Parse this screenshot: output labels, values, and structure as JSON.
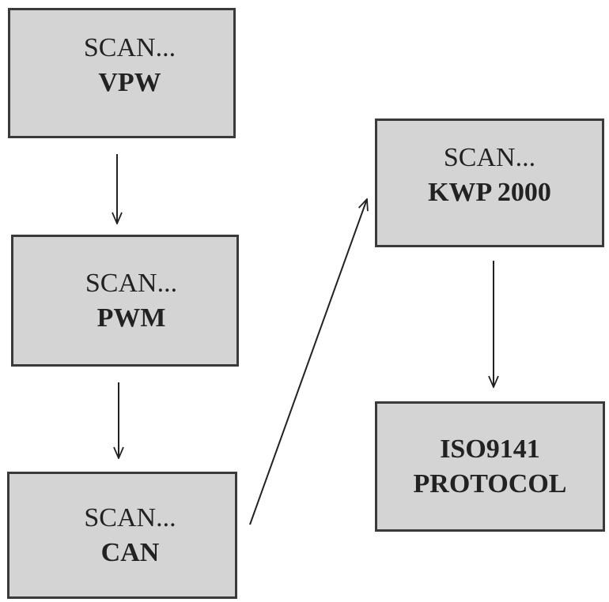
{
  "diagram": {
    "nodes": [
      {
        "id": "vpw",
        "line1": "SCAN...",
        "line2": "VPW"
      },
      {
        "id": "pwm",
        "line1": "SCAN...",
        "line2": "PWM"
      },
      {
        "id": "can",
        "line1": "SCAN...",
        "line2": "CAN"
      },
      {
        "id": "kwp",
        "line1": "SCAN...",
        "line2": "KWP 2000"
      },
      {
        "id": "iso",
        "line1": "ISO9141",
        "line2": "PROTOCOL"
      }
    ],
    "edges": [
      {
        "from": "vpw",
        "to": "pwm"
      },
      {
        "from": "pwm",
        "to": "can"
      },
      {
        "from": "can",
        "to": "kwp"
      },
      {
        "from": "kwp",
        "to": "iso"
      }
    ],
    "colors": {
      "box_fill": "#d4d4d4",
      "box_border": "#3a3a3a",
      "text": "#222222",
      "arrow": "#222222"
    }
  }
}
